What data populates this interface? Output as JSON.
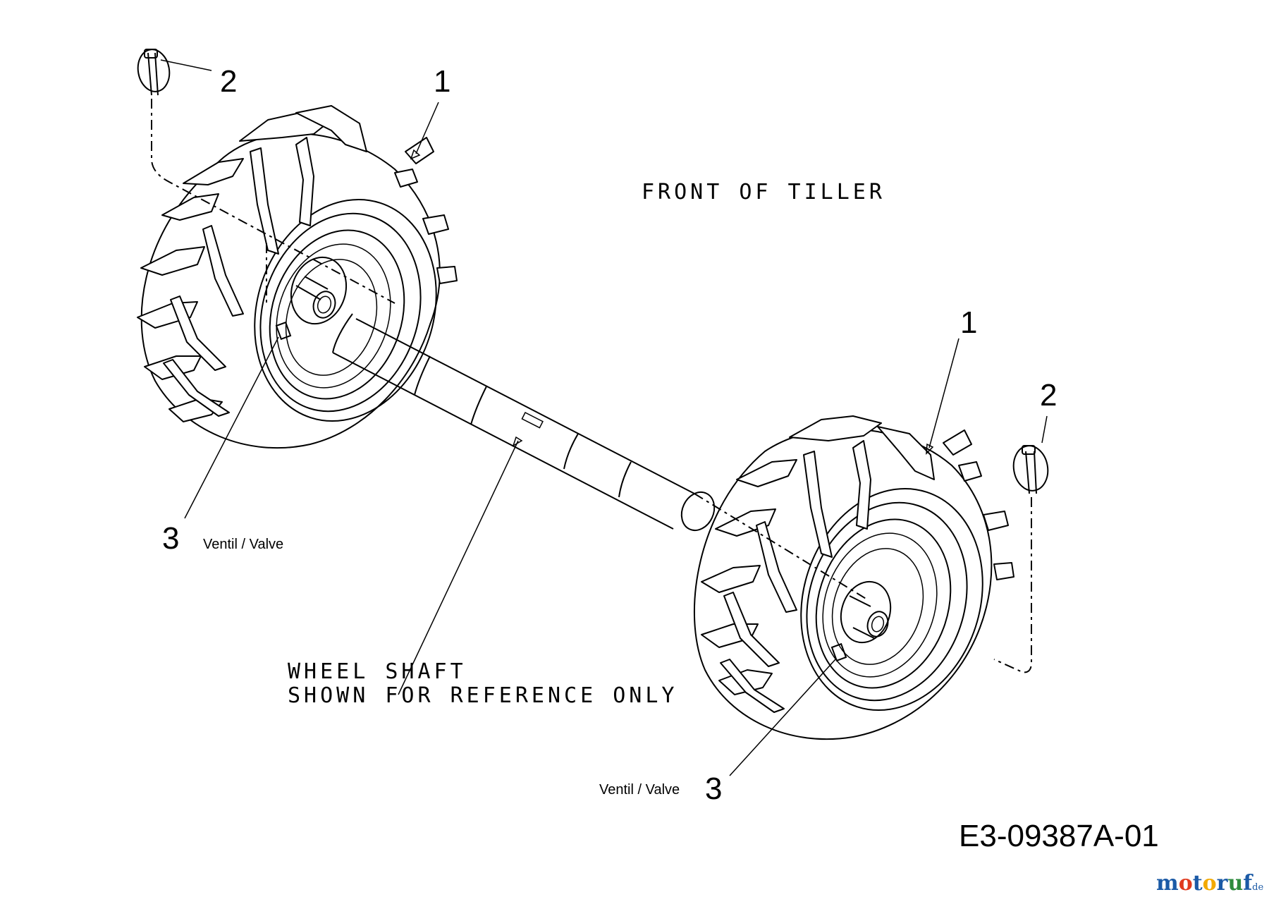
{
  "diagram": {
    "heading": "FRONT OF TILLER",
    "shaft_note_line1": "WHEEL SHAFT",
    "shaft_note_line2": "SHOWN FOR REFERENCE ONLY",
    "drawing_number": "E3-09387A-01",
    "callouts": {
      "wheel_left": "1",
      "wheel_right": "1",
      "pin_left": "2",
      "pin_right": "2",
      "valve_left": "3",
      "valve_right": "3"
    },
    "valve_label_left": "Ventil / Valve",
    "valve_label_right": "Ventil / Valve",
    "watermark": {
      "brand": "motoruf",
      "suffix": ".de",
      "colors": [
        "#1b5aa6",
        "#e03a1e",
        "#f2a900",
        "#2e8b3d"
      ]
    }
  }
}
